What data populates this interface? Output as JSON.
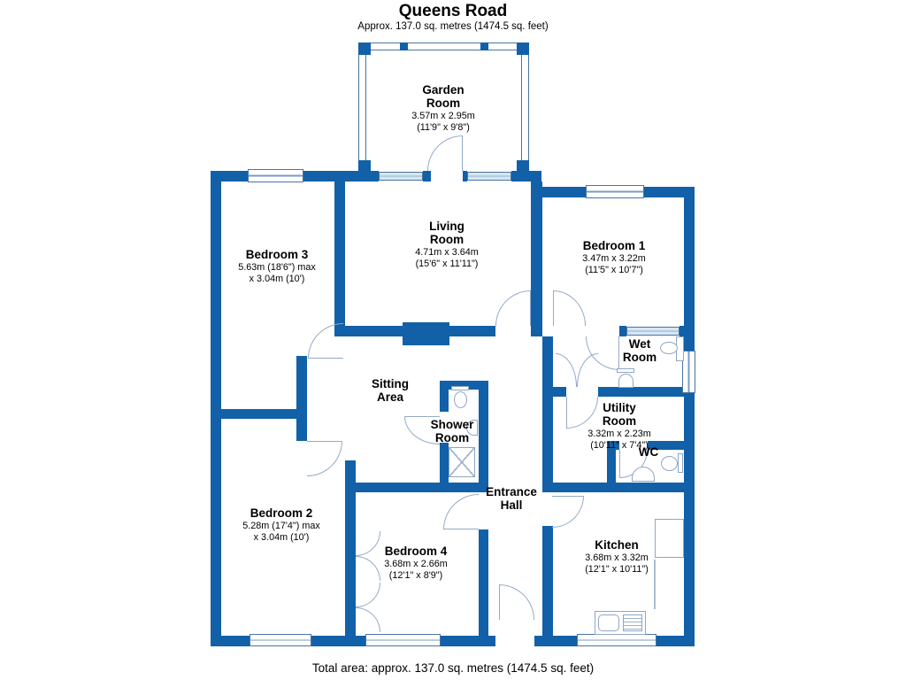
{
  "page": {
    "title": "Queens Road",
    "subtitle": "Approx. 137.0 sq. metres (1474.5 sq. feet)",
    "footer": "Total area: approx. 137.0 sq. metres (1474.5 sq. feet)"
  },
  "colors": {
    "wall": "#1160a8",
    "door_line": "#93aac7",
    "window_frame": "#4a74a0",
    "text": "#000000"
  },
  "rooms": [
    {
      "id": "garden-room",
      "name": "Garden\nRoom",
      "dim1": "3.57m x 2.95m",
      "dim2": "(11'9\" x 9'8\")"
    },
    {
      "id": "bedroom-3",
      "name": "Bedroom 3",
      "dim1": "5.63m (18'6\") max",
      "dim2": "x 3.04m (10')"
    },
    {
      "id": "living-room",
      "name": "Living\nRoom",
      "dim1": "4.71m x 3.64m",
      "dim2": "(15'6\" x 11'11\")"
    },
    {
      "id": "bedroom-1",
      "name": "Bedroom 1",
      "dim1": "3.47m x 3.22m",
      "dim2": "(11'5\" x 10'7\")"
    },
    {
      "id": "wet-room",
      "name": "Wet\nRoom"
    },
    {
      "id": "sitting-area",
      "name": "Sitting\nArea"
    },
    {
      "id": "shower-room",
      "name": "Shower\nRoom"
    },
    {
      "id": "utility-room",
      "name": "Utility\nRoom",
      "dim1": "3.32m x 2.23m",
      "dim2": "(10'11\" x 7'4\")"
    },
    {
      "id": "wc",
      "name": "WC"
    },
    {
      "id": "entrance-hall",
      "name": "Entrance\nHall"
    },
    {
      "id": "bedroom-2",
      "name": "Bedroom 2",
      "dim1": "5.28m (17'4\") max",
      "dim2": "x 3.04m (10')"
    },
    {
      "id": "bedroom-4",
      "name": "Bedroom 4",
      "dim1": "3.68m x 2.66m",
      "dim2": "(12'1\" x 8'9\")"
    },
    {
      "id": "kitchen",
      "name": "Kitchen",
      "dim1": "3.68m x 3.32m",
      "dim2": "(12'1\" x 10'11\")"
    }
  ]
}
